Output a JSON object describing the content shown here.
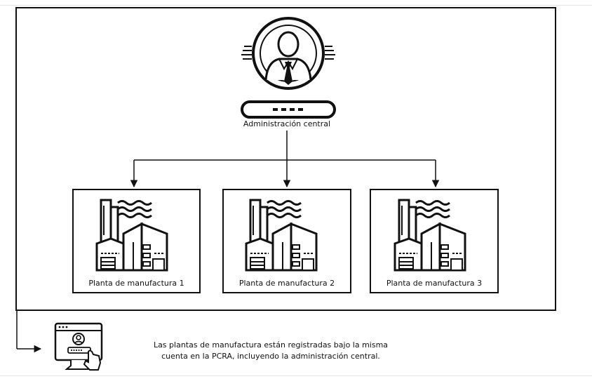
{
  "central": {
    "label": "Administración central"
  },
  "plants": [
    {
      "label": "Planta de manufactura  1"
    },
    {
      "label": "Planta de manufactura 2"
    },
    {
      "label": "Planta de manufactura 3"
    }
  ],
  "footer": {
    "caption_line1": "Las plantas de manufactura están registradas bajo la misma",
    "caption_line2": "cuenta en la PCRA, incluyendo la administración central."
  },
  "icons": {
    "central": "admin-person-icon",
    "plant": "factory-icon",
    "footer": "computer-login-icon"
  }
}
